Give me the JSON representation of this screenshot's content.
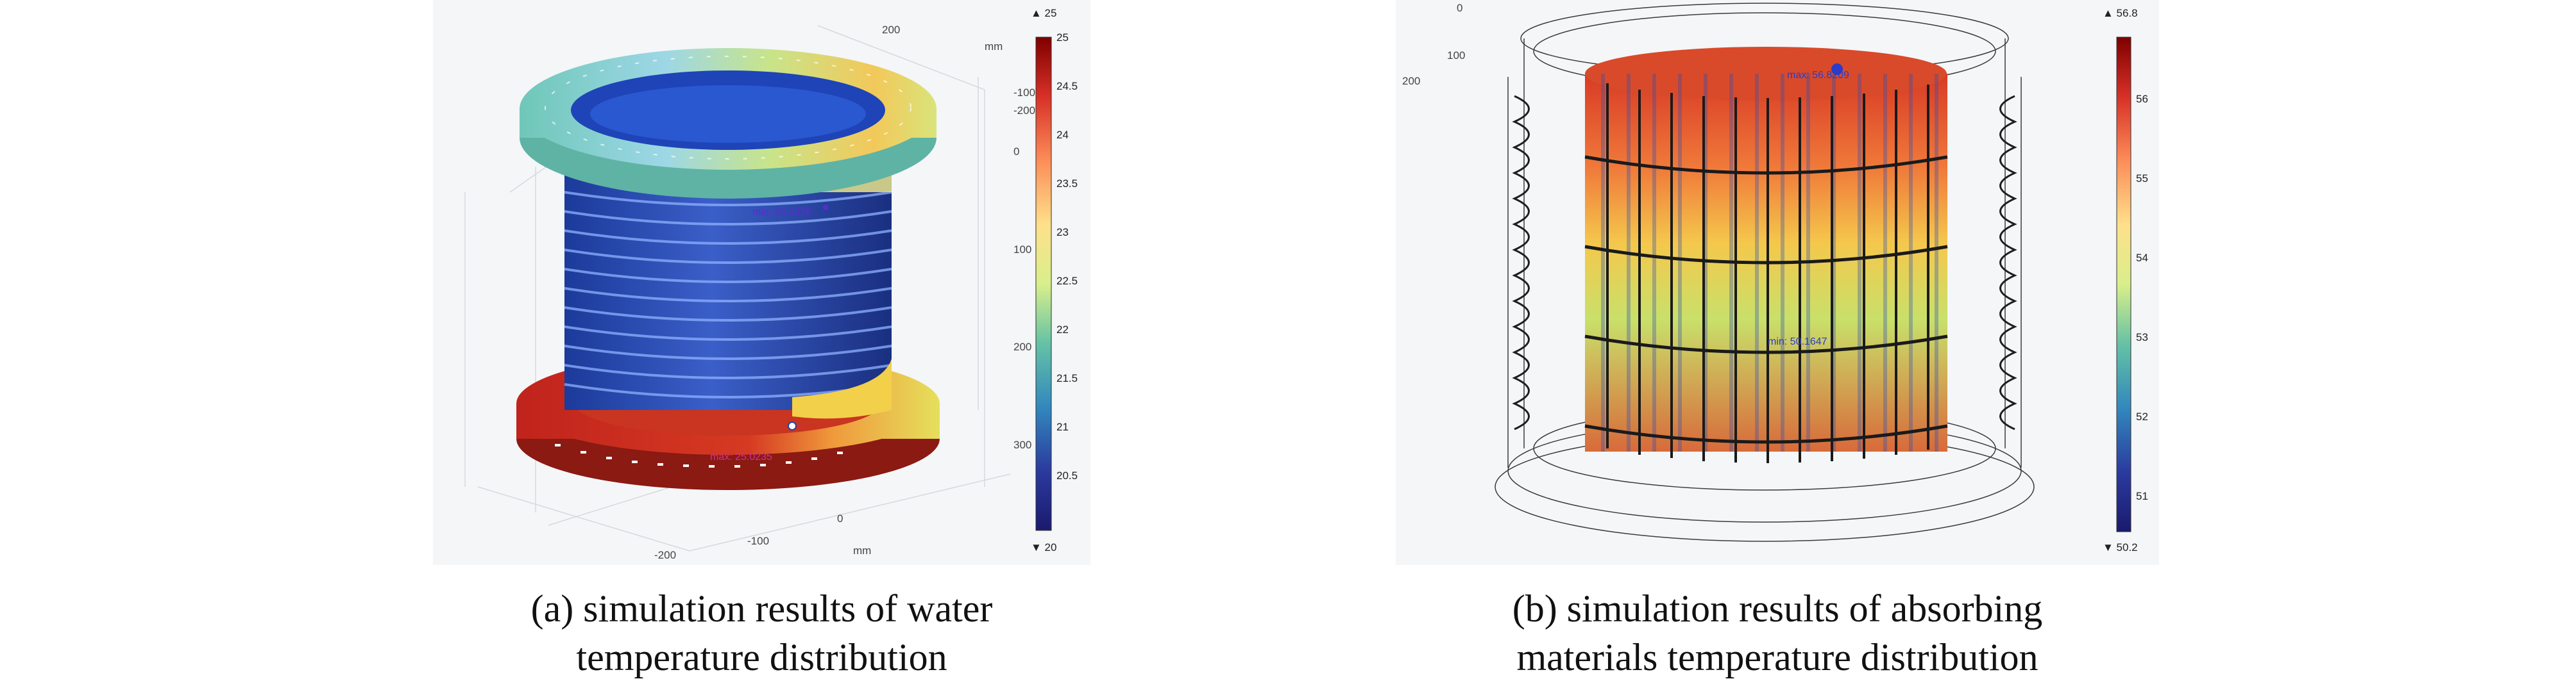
{
  "panel_a": {
    "caption_line1": "(a) simulation results of water",
    "caption_line2": "temperature distribution",
    "colorbar_top": "▲ 25",
    "colorbar_bottom": "▼ 20",
    "colorbar_ticks": [
      "25",
      "24.5",
      "24",
      "23.5",
      "23",
      "22.5",
      "22",
      "21.5",
      "21",
      "20.5"
    ],
    "axis_ticks": [
      "200",
      "mm",
      "-100",
      "-200",
      "0",
      "100",
      "200",
      "300",
      "-200",
      "-100",
      "0",
      "mm"
    ],
    "max_label": "max: 25.0235",
    "min_label": "min: 20.0356",
    "colorbar_colors": [
      "#7f0000",
      "#d73027",
      "#fc8d59",
      "#fee08b",
      "#d9ef8b",
      "#66c2a5",
      "#3288bd",
      "#2b3a9e",
      "#1a1a6e"
    ]
  },
  "panel_b": {
    "caption_line1": "(b) simulation results of absorbing",
    "caption_line2": "materials temperature distribution",
    "colorbar_top": "▲ 56.8",
    "colorbar_bottom": "▼ 50.2",
    "colorbar_ticks": [
      "56",
      "55",
      "54",
      "53",
      "52",
      "51"
    ],
    "axis_ticks": [
      "100",
      "200",
      "0"
    ],
    "max_label": "max: 56.8209",
    "min_label": "min: 50.1647",
    "colorbar_colors": [
      "#7f0000",
      "#d73027",
      "#fc8d59",
      "#fee08b",
      "#d9ef8b",
      "#66c2a5",
      "#3288bd",
      "#2b3a9e",
      "#1a1a6e"
    ]
  }
}
